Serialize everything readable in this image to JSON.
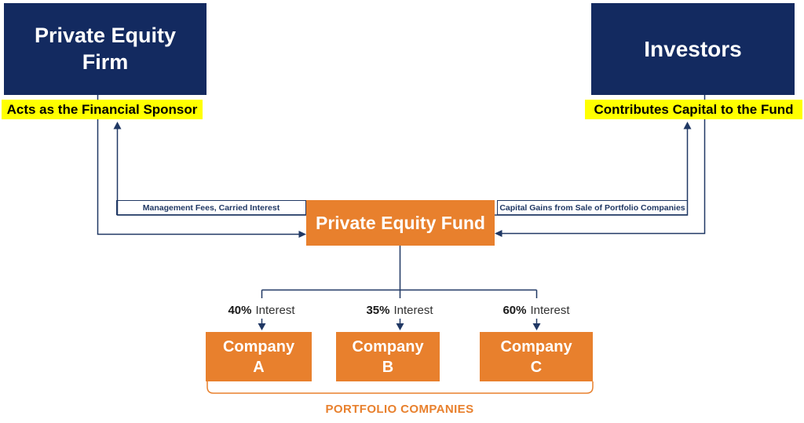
{
  "firm": {
    "title": "Private Equity Firm",
    "caption": "Acts as the Financial Sponsor"
  },
  "investors": {
    "title": "Investors",
    "caption": "Contributes Capital to the Fund"
  },
  "fund": {
    "title": "Private Equity Fund"
  },
  "flows": {
    "fund_to_firm": "Management Fees, Carried Interest",
    "fund_to_investors": "Capital Gains from Sale of Portfolio Companies"
  },
  "companies": [
    {
      "name": "Company",
      "letter": "A",
      "interest_pct": "40%",
      "interest_label": "Interest"
    },
    {
      "name": "Company",
      "letter": "B",
      "interest_pct": "35%",
      "interest_label": "Interest"
    },
    {
      "name": "Company",
      "letter": "C",
      "interest_pct": "60%",
      "interest_label": "Interest"
    }
  ],
  "group_label": "PORTFOLIO COMPANIES",
  "colors": {
    "navy_box": "#132a60",
    "orange_box": "#e8802d",
    "line_navy": "#203864",
    "highlight_yellow": "#ffff00"
  }
}
